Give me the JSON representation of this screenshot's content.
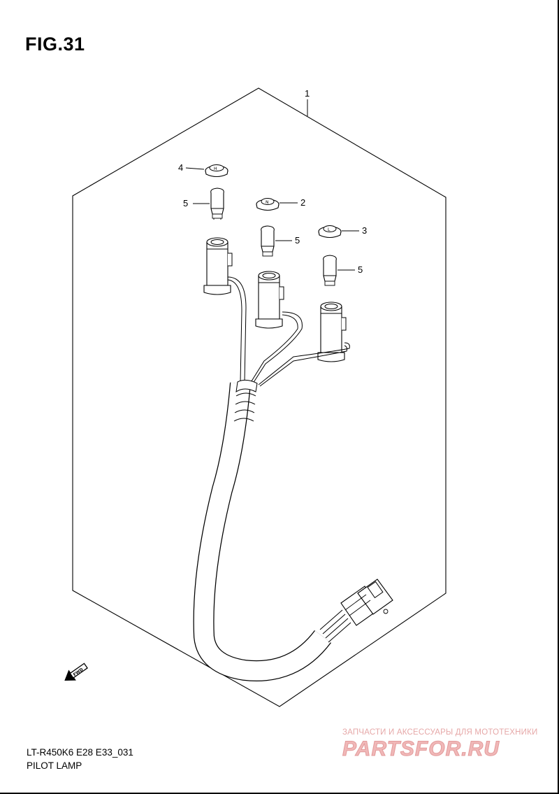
{
  "figure": {
    "title": "FIG.31",
    "model_code": "LT-R450K6 E28 E33_031",
    "name": "PILOT LAMP"
  },
  "callouts": {
    "c1": "1",
    "c2": "2",
    "c3": "3",
    "c4": "4",
    "c5a": "5",
    "c5b": "5",
    "c5c": "5"
  },
  "fwd_label": "FWD",
  "watermark": {
    "tagline": "ЗАПЧАСТИ И АКСЕССУАРЫ ДЛЯ МОТОТЕХНИКИ",
    "logo": "PARTSFOR.RU"
  }
}
